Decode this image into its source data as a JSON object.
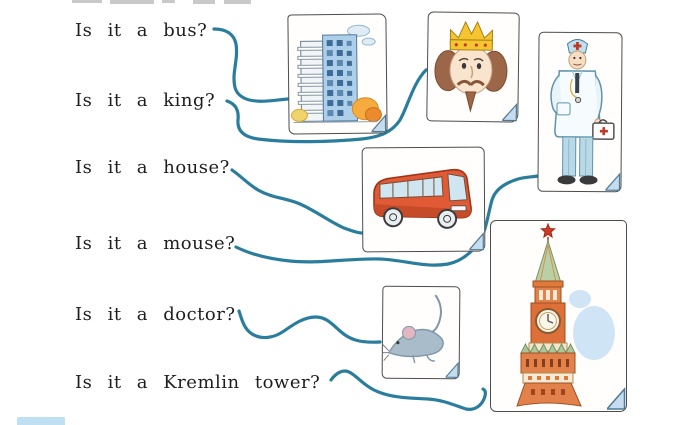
{
  "exercise": {
    "questions": [
      {
        "id": "bus",
        "text": "Is it a bus?"
      },
      {
        "id": "king",
        "text": "Is it a king?"
      },
      {
        "id": "house",
        "text": "Is it a house?"
      },
      {
        "id": "mouse",
        "text": "Is it a mouse?"
      },
      {
        "id": "doctor",
        "text": "Is it a doctor?"
      },
      {
        "id": "kremlin",
        "text": "Is it a Kremlin tower?"
      }
    ],
    "pictures": [
      {
        "id": "building",
        "label": "apartment building"
      },
      {
        "id": "king",
        "label": "king"
      },
      {
        "id": "doctor",
        "label": "doctor"
      },
      {
        "id": "bus",
        "label": "bus"
      },
      {
        "id": "mouse",
        "label": "mouse"
      },
      {
        "id": "kremlin",
        "label": "Kremlin tower"
      }
    ],
    "connections": [
      {
        "question": "Is it a bus?",
        "picture": "apartment building"
      },
      {
        "question": "Is it a king?",
        "picture": "king"
      },
      {
        "question": "Is it a house?",
        "picture": "bus"
      },
      {
        "question": "Is it a mouse?",
        "picture": "doctor"
      },
      {
        "question": "Is it a doctor?",
        "picture": "mouse"
      },
      {
        "question": "Is it a Kremlin tower?",
        "picture": "Kremlin tower"
      }
    ],
    "line_color": "#2a7d9c",
    "text_color": "#1e1e1e",
    "curl_color": "#c5ddee",
    "page_tab_color": "#bfe0f2"
  }
}
